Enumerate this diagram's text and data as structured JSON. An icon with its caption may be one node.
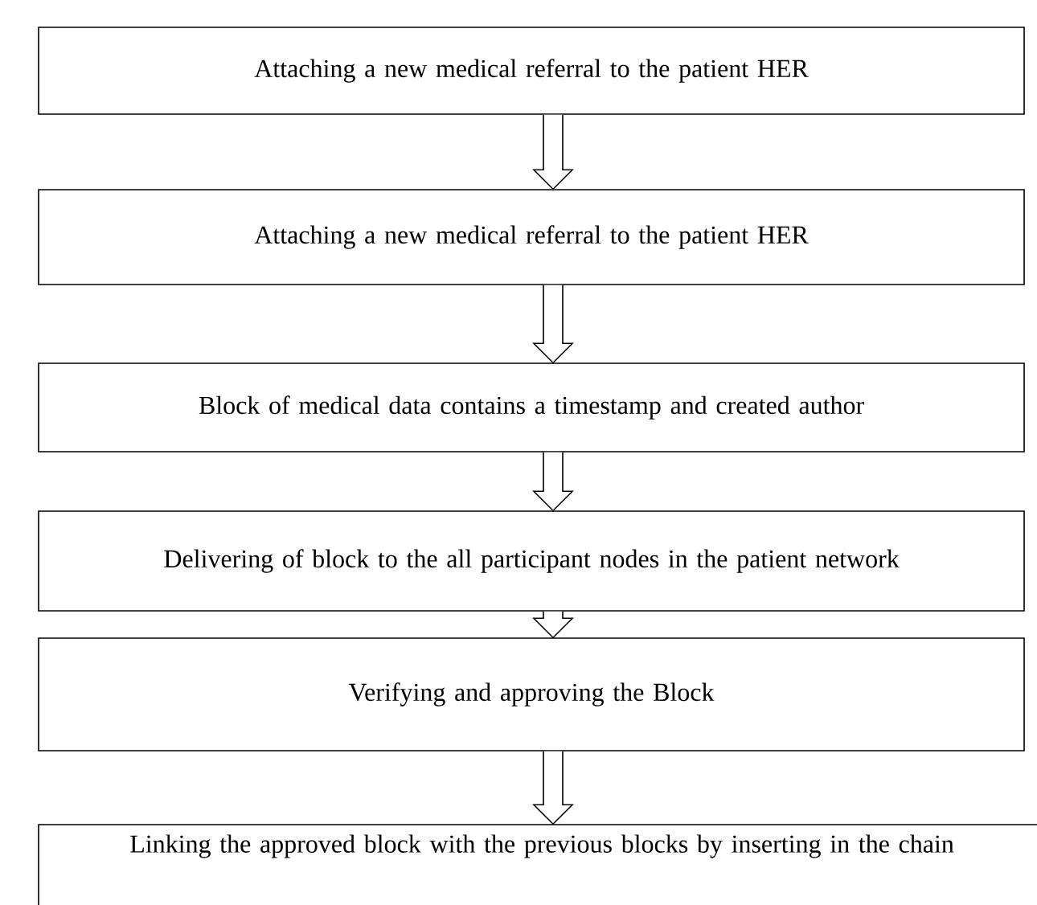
{
  "diagram": {
    "nodes": [
      {
        "text": [
          "Attaching a new medical referral to the patient HER"
        ]
      },
      {
        "text": [
          "Attaching a new medical referral to the patient HER"
        ]
      },
      {
        "text": [
          "Block of medical data contains a timestamp and created author"
        ]
      },
      {
        "text": [
          "Delivering of block to the all participant nodes in the patient network"
        ]
      },
      {
        "text": [
          "Verifying and approving the Block"
        ]
      },
      {
        "text": [
          "Linking the approved block with the previous blocks by inserting in the chain"
        ]
      }
    ],
    "edges": [
      {
        "from": 0,
        "to": 1,
        "arrow": "to"
      },
      {
        "from": 1,
        "to": 2,
        "arrow": "to"
      },
      {
        "from": 2,
        "to": 3,
        "arrow": "to"
      },
      {
        "from": 3,
        "to": 4,
        "arrow": "to"
      },
      {
        "from": 4,
        "to": 5,
        "arrow": "to"
      }
    ]
  }
}
